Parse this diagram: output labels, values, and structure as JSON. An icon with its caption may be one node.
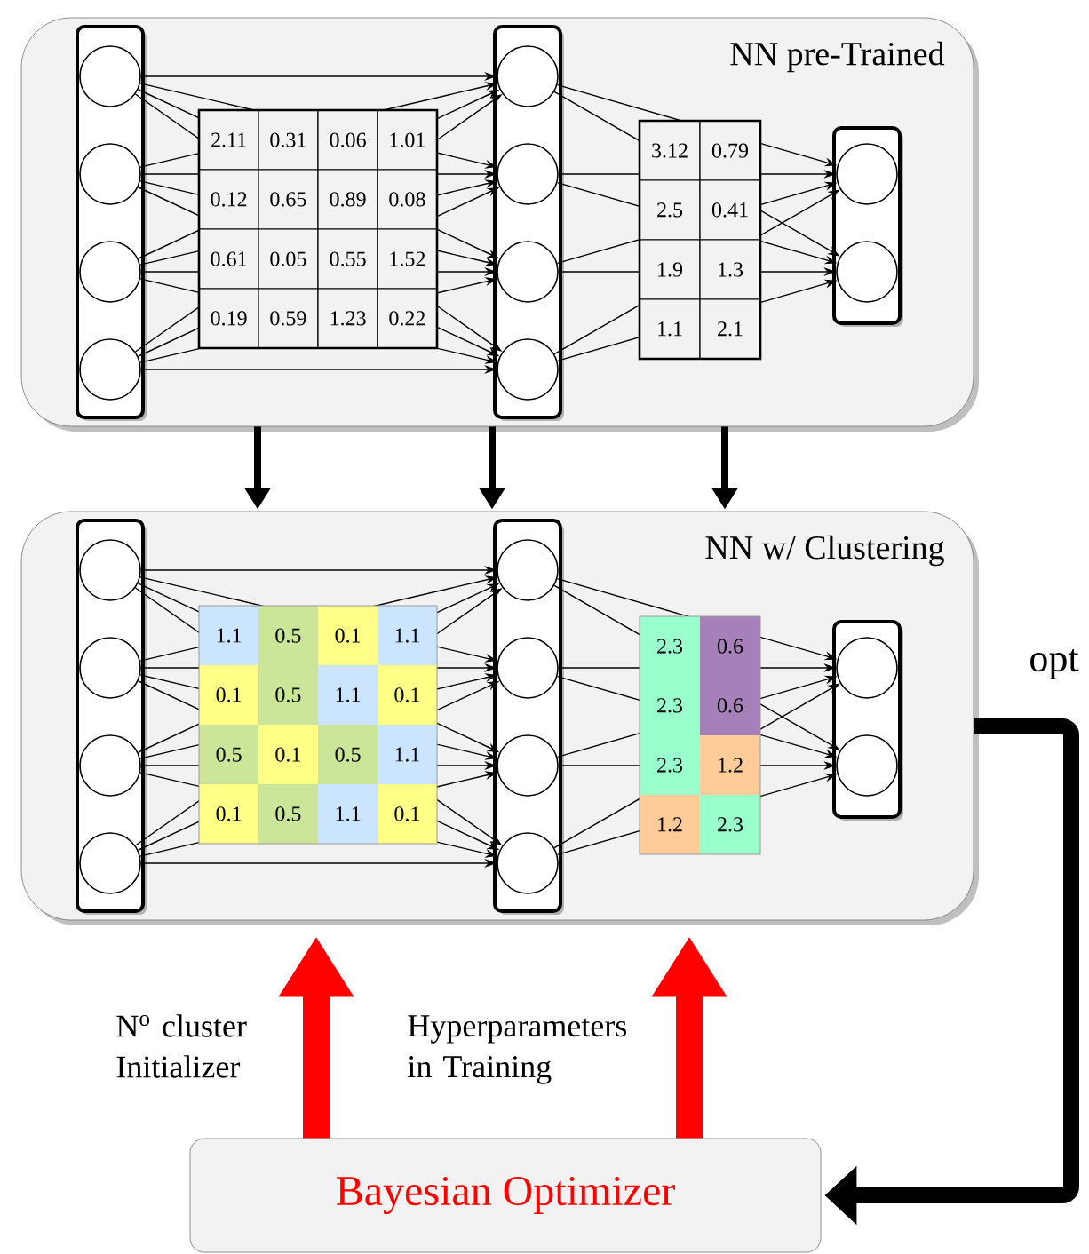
{
  "diagram": {
    "nodes": [
      {
        "text": [
          "NN pre-Trained"
        ]
      },
      {
        "text": [],
        "shape": "box",
        "in": 0
      },
      {
        "text": [],
        "shape": "circle",
        "in": 1
      },
      {
        "text": [],
        "shape": "circle",
        "in": 1
      },
      {
        "text": [],
        "shape": "circle",
        "in": 1
      },
      {
        "text": [],
        "shape": "circle",
        "in": 1
      },
      {
        "text": [],
        "shape": "box",
        "in": 0
      },
      {
        "text": [],
        "shape": "circle",
        "in": 6
      },
      {
        "text": [],
        "shape": "circle",
        "in": 6
      },
      {
        "text": [],
        "shape": "circle",
        "in": 6
      },
      {
        "text": [],
        "shape": "circle",
        "in": 6
      },
      {
        "text": [],
        "shape": "box",
        "in": 0
      },
      {
        "text": [],
        "shape": "circle",
        "in": 11
      },
      {
        "text": [],
        "shape": "circle",
        "in": 11
      },
      {
        "text": [
          "NN w/ Clustering"
        ]
      },
      {
        "text": [],
        "shape": "box",
        "in": 14
      },
      {
        "text": [],
        "shape": "circle",
        "in": 15
      },
      {
        "text": [],
        "shape": "circle",
        "in": 15
      },
      {
        "text": [],
        "shape": "circle",
        "in": 15
      },
      {
        "text": [],
        "shape": "circle",
        "in": 15
      },
      {
        "text": [],
        "shape": "box",
        "in": 14
      },
      {
        "text": [],
        "shape": "circle",
        "in": 20
      },
      {
        "text": [],
        "shape": "circle",
        "in": 20
      },
      {
        "text": [],
        "shape": "circle",
        "in": 20
      },
      {
        "text": [],
        "shape": "circle",
        "in": 20
      },
      {
        "text": [],
        "shape": "box",
        "in": 14
      },
      {
        "text": [],
        "shape": "circle",
        "in": 25
      },
      {
        "text": [],
        "shape": "circle",
        "in": 25
      },
      {
        "text": [
          "Bayesian Optimizer"
        ]
      }
    ],
    "edges": [
      {
        "from": 2,
        "to": 7,
        "arrow": "to"
      },
      {
        "from": 2,
        "to": 8,
        "arrow": "to"
      },
      {
        "from": 2,
        "to": 9,
        "arrow": "to"
      },
      {
        "from": 2,
        "to": 10,
        "arrow": "to"
      },
      {
        "from": 3,
        "to": 7,
        "arrow": "to"
      },
      {
        "from": 3,
        "to": 8,
        "arrow": "to"
      },
      {
        "from": 3,
        "to": 9,
        "arrow": "to"
      },
      {
        "from": 3,
        "to": 10,
        "arrow": "to"
      },
      {
        "from": 4,
        "to": 7,
        "arrow": "to"
      },
      {
        "from": 4,
        "to": 8,
        "arrow": "to"
      },
      {
        "from": 4,
        "to": 9,
        "arrow": "to"
      },
      {
        "from": 4,
        "to": 10,
        "arrow": "to"
      },
      {
        "from": 5,
        "to": 7,
        "arrow": "to"
      },
      {
        "from": 5,
        "to": 8,
        "arrow": "to"
      },
      {
        "from": 5,
        "to": 9,
        "arrow": "to"
      },
      {
        "from": 5,
        "to": 10,
        "arrow": "to"
      },
      {
        "from": 7,
        "to": 12,
        "arrow": "to"
      },
      {
        "from": 7,
        "to": 13,
        "arrow": "to"
      },
      {
        "from": 8,
        "to": 12,
        "arrow": "to"
      },
      {
        "from": 8,
        "to": 13,
        "arrow": "to"
      },
      {
        "from": 9,
        "to": 12,
        "arrow": "to"
      },
      {
        "from": 9,
        "to": 13,
        "arrow": "to"
      },
      {
        "from": 10,
        "to": 12,
        "arrow": "to"
      },
      {
        "from": 10,
        "to": 13,
        "arrow": "to"
      },
      {
        "from": 16,
        "to": 21,
        "arrow": "to"
      },
      {
        "from": 16,
        "to": 22,
        "arrow": "to"
      },
      {
        "from": 16,
        "to": 23,
        "arrow": "to"
      },
      {
        "from": 16,
        "to": 24,
        "arrow": "to"
      },
      {
        "from": 17,
        "to": 21,
        "arrow": "to"
      },
      {
        "from": 17,
        "to": 22,
        "arrow": "to"
      },
      {
        "from": 17,
        "to": 23,
        "arrow": "to"
      },
      {
        "from": 17,
        "to": 24,
        "arrow": "to"
      },
      {
        "from": 18,
        "to": 21,
        "arrow": "to"
      },
      {
        "from": 18,
        "to": 22,
        "arrow": "to"
      },
      {
        "from": 18,
        "to": 23,
        "arrow": "to"
      },
      {
        "from": 18,
        "to": 24,
        "arrow": "to"
      },
      {
        "from": 19,
        "to": 21,
        "arrow": "to"
      },
      {
        "from": 19,
        "to": 22,
        "arrow": "to"
      },
      {
        "from": 19,
        "to": 23,
        "arrow": "to"
      },
      {
        "from": 19,
        "to": 24,
        "arrow": "to"
      },
      {
        "from": 21,
        "to": 26,
        "arrow": "to"
      },
      {
        "from": 21,
        "to": 27,
        "arrow": "to"
      },
      {
        "from": 22,
        "to": 26,
        "arrow": "to"
      },
      {
        "from": 22,
        "to": 27,
        "arrow": "to"
      },
      {
        "from": 23,
        "to": 26,
        "arrow": "to"
      },
      {
        "from": 23,
        "to": 27,
        "arrow": "to"
      },
      {
        "from": 24,
        "to": 26,
        "arrow": "to"
      },
      {
        "from": 24,
        "to": 27,
        "arrow": "to"
      },
      {
        "from": 0,
        "to": 14,
        "arrow": "to",
        "style": "thick"
      },
      {
        "from": 0,
        "to": 14,
        "arrow": "to",
        "style": "thick"
      },
      {
        "from": 0,
        "to": 14,
        "arrow": "to",
        "style": "thick"
      },
      {
        "from": 28,
        "to": 14,
        "arrow": "to",
        "style": "thick",
        "color": "#ff0000",
        "label": "N$^{o}$ cluster Initializer"
      },
      {
        "from": 28,
        "to": 14,
        "arrow": "to",
        "style": "thick",
        "color": "#ff0000",
        "label": "Hyperparameters in Training"
      },
      {
        "from": 14,
        "to": 28,
        "arrow": "to",
        "style": "thick",
        "label": "opt"
      }
    ],
    "labels": [
      "2.11",
      "0.31",
      "0.06",
      "1.01",
      "0.12",
      "0.65",
      "0.89",
      "0.08",
      "0.61",
      "0.05",
      "0.55",
      "1.52",
      "0.19",
      "0.59",
      "1.23",
      "0.22",
      "3.12",
      "0.79",
      "2.5",
      "0.41",
      "1.9",
      "1.3",
      "1.1",
      "2.1",
      "1.1",
      "0.5",
      "0.1",
      "1.1",
      "0.1",
      "0.5",
      "1.1",
      "0.1",
      "0.5",
      "0.1",
      "0.5",
      "1.1",
      "0.1",
      "0.5",
      "1.1",
      "0.1",
      "2.3",
      "0.6",
      "2.3",
      "0.6",
      "2.3",
      "1.2",
      "1.2",
      "2.3"
    ]
  }
}
